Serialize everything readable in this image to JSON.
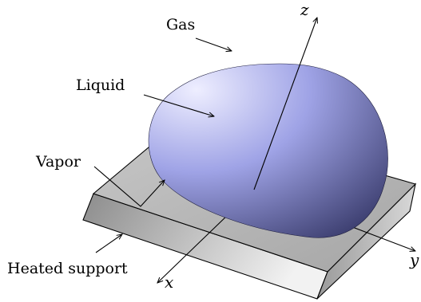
{
  "labels": {
    "gas": "Gas",
    "liquid": "Liquid",
    "vapor": "Vapor",
    "heated_support": "Heated support"
  },
  "axes": {
    "x": "x",
    "y": "y",
    "z": "z"
  },
  "colors": {
    "droplet_highlight": "#eeeeff",
    "droplet_mid": "#9fa3e6",
    "droplet_shadow": "#3b3d6e",
    "support_top": "#b7b7b7",
    "support_side_light": "#f2f2f2",
    "support_side_dark": "#8c8c8c",
    "outline": "#000000"
  }
}
